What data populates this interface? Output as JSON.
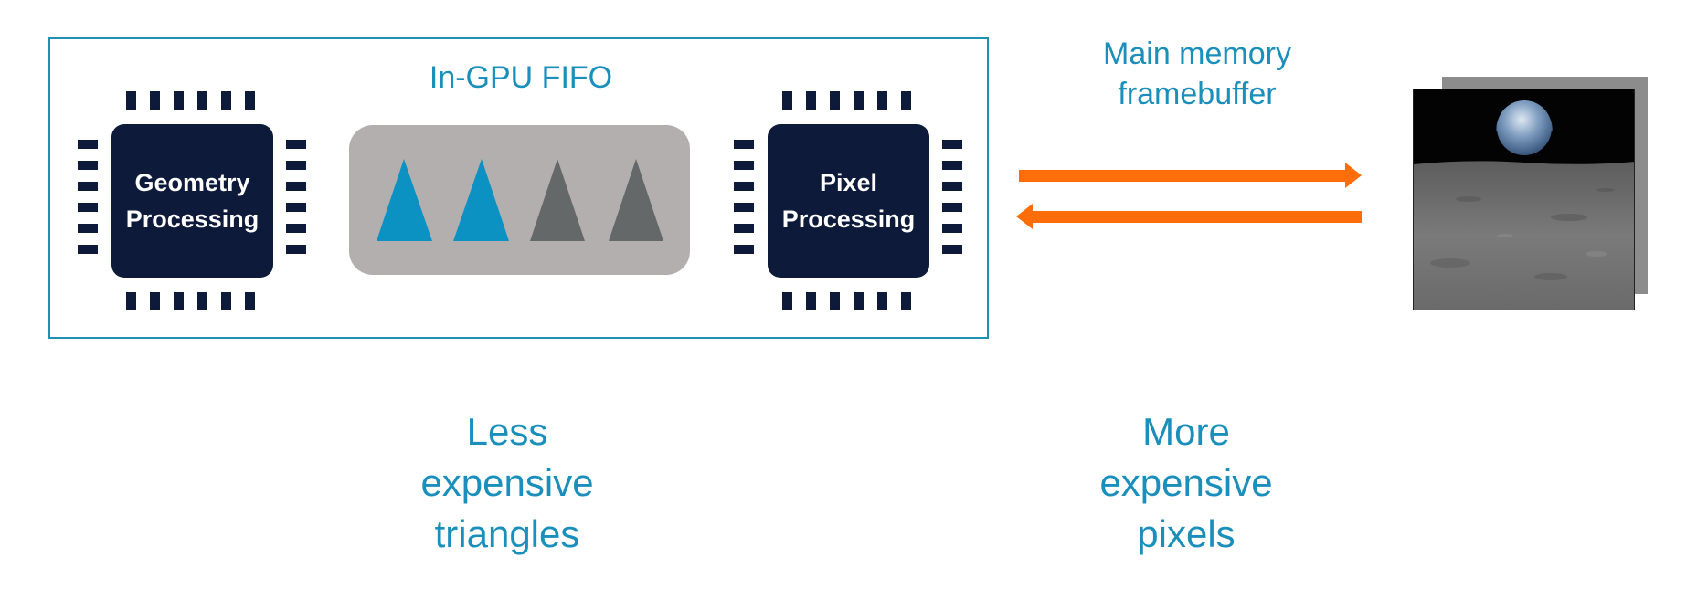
{
  "diagram": {
    "fifo_label": "In-GPU FIFO",
    "memory_label_line1": "Main memory",
    "memory_label_line2": "framebuffer",
    "geometry_chip": {
      "line1": "Geometry",
      "line2": "Processing"
    },
    "pixel_chip": {
      "line1": "Pixel",
      "line2": "Processing"
    },
    "fifo_triangles": [
      {
        "state": "filled",
        "color": "#0b92c2"
      },
      {
        "state": "filled",
        "color": "#0b92c2"
      },
      {
        "state": "empty",
        "color": "#646869"
      },
      {
        "state": "empty",
        "color": "#646869"
      }
    ],
    "bottom_left": {
      "line1": "Less",
      "line2": "expensive",
      "line3": "triangles"
    },
    "bottom_right": {
      "line1": "More",
      "line2": "expensive",
      "line3": "pixels"
    },
    "colors": {
      "accent_blue": "#1a8fbc",
      "chip": "#0d1a3a",
      "arrow": "#fd6e0a",
      "fifo_panel": "#b2afae"
    }
  }
}
